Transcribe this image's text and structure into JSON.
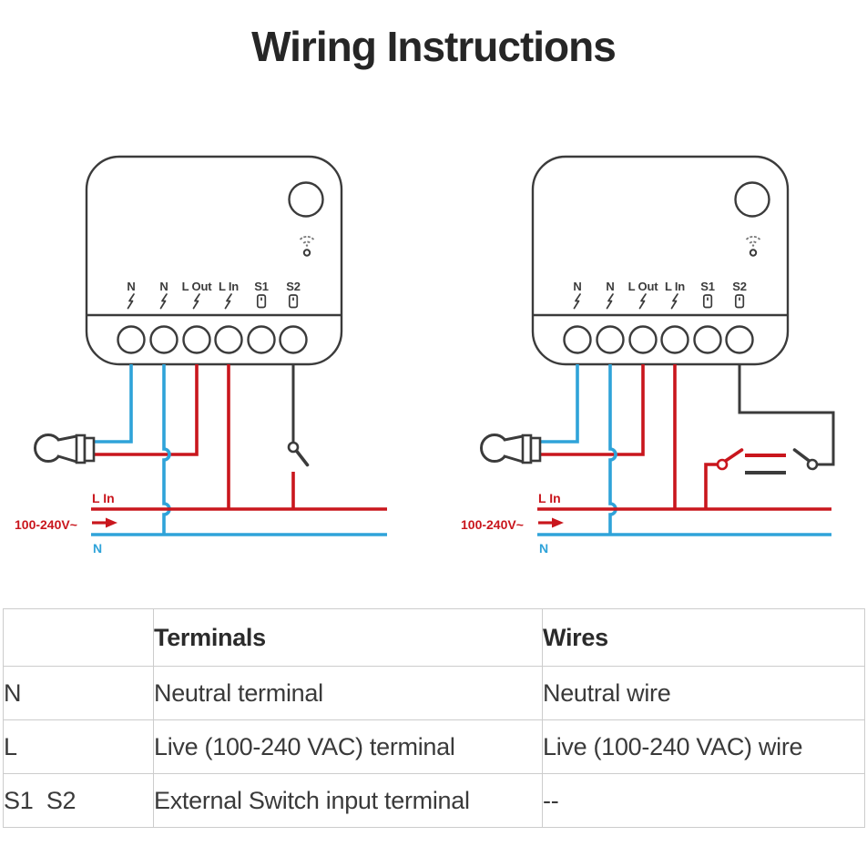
{
  "title": "Wiring Instructions",
  "colors": {
    "live_wire_red": "#c9161d",
    "neutral_wire_blue": "#2fa3d9",
    "outline_dark": "#3b3b3b",
    "table_border_gray": "#cccccc"
  },
  "device": {
    "terminals": [
      {
        "label": "N",
        "icon": "lightning-bolt"
      },
      {
        "label": "N",
        "icon": "lightning-bolt"
      },
      {
        "label": "L Out",
        "icon": "lightning-bolt"
      },
      {
        "label": "L In",
        "icon": "lightning-bolt"
      },
      {
        "label": "S1",
        "icon": "switch-input"
      },
      {
        "label": "S2",
        "icon": "switch-input"
      }
    ]
  },
  "diagrams": [
    {
      "name": "single-external-switch",
      "labels": {
        "live_line": "L In",
        "supply": "100-240V~",
        "neutral_line": "N"
      }
    },
    {
      "name": "two-way-external-switches",
      "labels": {
        "live_line": "L In",
        "supply": "100-240V~",
        "neutral_line": "N"
      }
    }
  ],
  "table": {
    "headers": [
      "",
      "Terminals",
      "Wires"
    ],
    "rows": [
      [
        "N",
        "Neutral terminal",
        "Neutral wire"
      ],
      [
        "L",
        "Live (100-240 VAC) terminal",
        "Live (100-240 VAC) wire"
      ],
      [
        "S1  S2",
        "External Switch input terminal",
        "--"
      ]
    ]
  }
}
